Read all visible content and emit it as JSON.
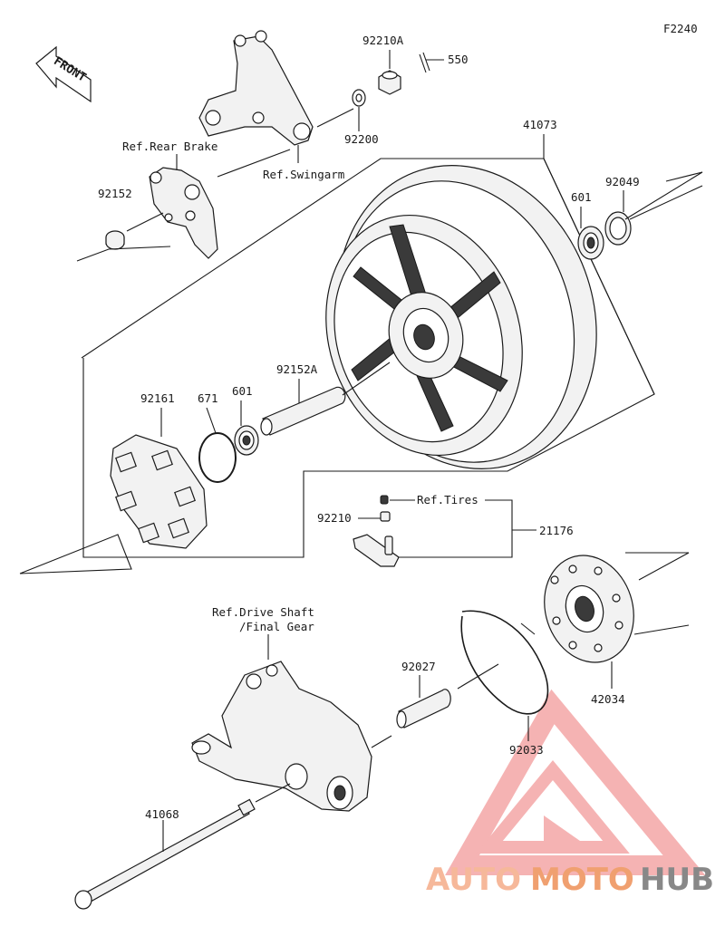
{
  "diagram": {
    "code": "F2240",
    "front_arrow": "FRONT",
    "labels": {
      "p92210A": "92210A",
      "p550": "550",
      "p92200": "92200",
      "ref_swingarm": "Ref.Swingarm",
      "ref_rear_brake": "Ref.Rear Brake",
      "p92152": "92152",
      "p41073": "41073",
      "p601_top": "601",
      "p92049": "92049",
      "p92152A": "92152A",
      "p92161": "92161",
      "p671": "671",
      "p601_mid": "601",
      "ref_tires": "Ref.Tires",
      "p92210": "92210",
      "p21176": "21176",
      "ref_drive_shaft_1": "Ref.Drive Shaft",
      "ref_drive_shaft_2": "/Final Gear",
      "p92027": "92027",
      "p42034": "42034",
      "p92033": "92033",
      "p41068": "41068"
    }
  },
  "watermark": {
    "part1": "AUTO",
    "part2": "MOTO",
    "part3": "HUB",
    "color_main": "#f6b89a",
    "color_accent": "#f0a070",
    "color_dark": "#888888",
    "logo_color": "#f29a9a"
  }
}
